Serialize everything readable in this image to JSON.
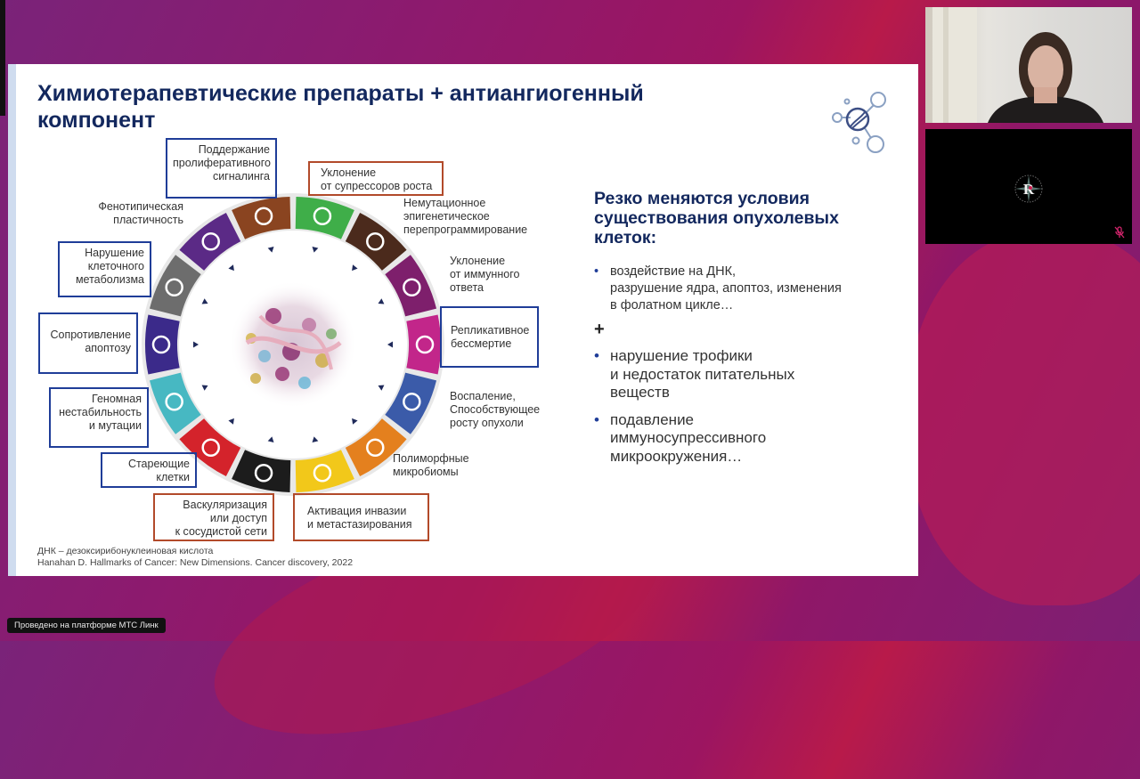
{
  "slide": {
    "title_line1": "Химиотерапевтические препараты + антиангиогенный",
    "title_line2": "компонент",
    "icon": "dna-molecule-icon",
    "diagram": {
      "boxed_labels": [
        {
          "id": "proliferative",
          "text": [
            "Поддержание",
            "пролиферативного",
            "сигналинга"
          ],
          "border": "#1f3d98"
        },
        {
          "id": "growth-suppressors",
          "text": [
            "Уклонение",
            "от супрессоров роста"
          ],
          "border": "#b24a2a"
        },
        {
          "id": "metabolism",
          "text": [
            "Нарушение",
            "клеточного",
            "метаболизма"
          ],
          "border": "#1f3d98"
        },
        {
          "id": "apoptosis",
          "text": [
            "Сопротивление",
            "апоптозу"
          ],
          "border": "#1f3d98"
        },
        {
          "id": "replicative",
          "text": [
            "Репликативное",
            "бессмертие"
          ],
          "border": "#1f3d98"
        },
        {
          "id": "genome",
          "text": [
            "Геномная",
            "нестабильность",
            "и мутации"
          ],
          "border": "#1f3d98"
        },
        {
          "id": "senescent",
          "text": [
            "Стареющие",
            "клетки"
          ],
          "border": "#1f3d98"
        },
        {
          "id": "vascular",
          "text": [
            "Васкуляризация",
            "или доступ",
            "к сосудистой сети"
          ],
          "border": "#b24a2a"
        },
        {
          "id": "invasion",
          "text": [
            "Активация инвазии",
            "и метастазирования"
          ],
          "border": "#b24a2a"
        }
      ],
      "plain_labels": [
        {
          "id": "phenotypic",
          "text": [
            "Фенотипическая",
            "пластичность"
          ]
        },
        {
          "id": "epigenetic",
          "text": [
            "Немутационное",
            "эпигенетическое",
            "перепрограммирование"
          ]
        },
        {
          "id": "immune",
          "text": [
            "Уклонение",
            "от иммунного",
            "ответа"
          ]
        },
        {
          "id": "inflammation",
          "text": [
            "Воспаление,",
            "Способствующее",
            "росту опухоли"
          ]
        },
        {
          "id": "microbiome",
          "text": [
            "Полиморфные",
            "микробиомы"
          ]
        }
      ],
      "wheel_segments": [
        {
          "icon": "arrow-turn-icon",
          "color": "#3fae49"
        },
        {
          "icon": "no-entry-icon",
          "color": "#4b2a1c"
        },
        {
          "icon": "chromatin-icon",
          "color": "#7e1f6c"
        },
        {
          "icon": "pacman-cell-icon",
          "color": "#c2268a"
        },
        {
          "icon": "infinity-icon",
          "color": "#3b5ba9"
        },
        {
          "icon": "flame-icon",
          "color": "#e4801e"
        },
        {
          "icon": "bacteria-icon",
          "color": "#f2c81a"
        },
        {
          "icon": "invasive-cell-icon",
          "color": "#1c1c1c"
        },
        {
          "icon": "blood-vessel-icon",
          "color": "#d4232b"
        },
        {
          "icon": "leaf-icon",
          "color": "#47b8c2"
        },
        {
          "icon": "dna-helix-icon",
          "color": "#3b2a8a"
        },
        {
          "icon": "cross-icon",
          "color": "#6d6d6d"
        },
        {
          "icon": "atom-icon",
          "color": "#5b2a86"
        },
        {
          "icon": "key-icon",
          "color": "#8a4420"
        }
      ]
    },
    "right": {
      "heading": [
        "Резко меняются условия",
        "существования опухолевых",
        "клеток:"
      ],
      "bullet1": [
        "воздействие на ДНК,",
        "разрушение ядра, апоптоз, изменения",
        "в  фолатном цикле…"
      ],
      "plus": "+",
      "bullet2": [
        "нарушение трофики",
        "и недостаток питательных",
        "веществ"
      ],
      "bullet3": [
        "подавление",
        "иммуносупрессивного",
        "микроокружения…"
      ],
      "bullet_glyph": "•"
    },
    "footnote": {
      "line1": "ДНК – дезоксирибонуклеиновая кислота",
      "line2": "Hanahan D. Hallmarks of Cancer: New Dimensions. Cancer discovery, 2022"
    }
  },
  "video_tiles": {
    "speaker": {
      "icon": "participant-video"
    },
    "second": {
      "logo": "r-compass-logo-icon",
      "mic_icon": "mic-muted-icon",
      "mic_color": "#d0246b"
    }
  },
  "platform_badge": "Проведено на платформе МТС Линк",
  "colors": {
    "title": "#13285e",
    "accent_blue": "#1f3d98",
    "accent_red": "#b24a2a",
    "bg_magenta": "#8d1a6e"
  }
}
